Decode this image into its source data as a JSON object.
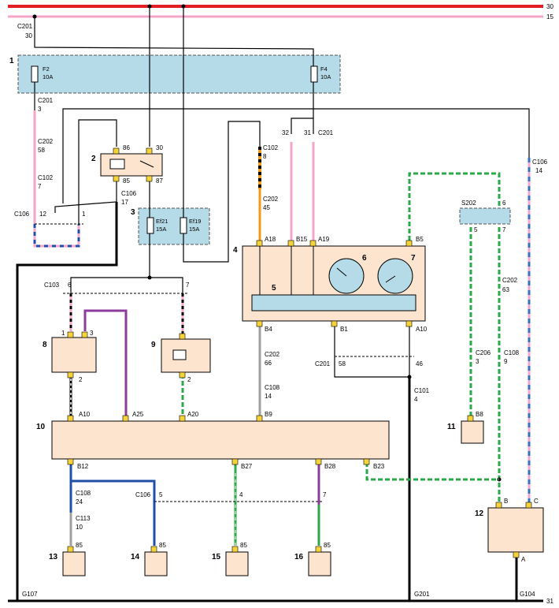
{
  "rails": [
    {
      "id": "rail-30",
      "label": "30",
      "color": "#e31e24"
    },
    {
      "id": "rail-15",
      "label": "15",
      "color": "#f4a6c8"
    },
    {
      "id": "rail-31",
      "label": "31",
      "color": "#000000"
    }
  ],
  "colors": {
    "fuse_box": "#b6dbe8",
    "component": "#fce4cf",
    "pin": "#f5d33a",
    "black": "#000000",
    "pink": "#f4a6c8",
    "blue": "#1f4fa8",
    "green": "#2aa84a",
    "purple": "#8c3d9c",
    "orange": "#f39a1e",
    "gray": "#a0a0a0",
    "dashed_blue": "#2f74c0"
  },
  "fuses": [
    {
      "id": "F2",
      "name": "F2",
      "rating": "10A"
    },
    {
      "id": "F4",
      "name": "F4",
      "rating": "10A"
    },
    {
      "id": "Ef21",
      "name": "Ef21",
      "rating": "15A"
    },
    {
      "id": "Ef19",
      "name": "Ef19",
      "rating": "15A"
    }
  ],
  "component_numbers": [
    "1",
    "2",
    "3",
    "4",
    "5",
    "6",
    "7",
    "8",
    "9",
    "10",
    "11",
    "12",
    "13",
    "14",
    "15",
    "16"
  ],
  "grounds": [
    "G107",
    "G201",
    "G104"
  ],
  "connector_labels": [
    "C201",
    "30",
    "C201",
    "3",
    "C202",
    "58",
    "C102",
    "7",
    "C106",
    "12",
    "1",
    "86",
    "30",
    "85",
    "87",
    "C106",
    "17",
    "C102",
    "8",
    "C202",
    "45",
    "32",
    "31",
    "C201",
    "C106",
    "14",
    "A18",
    "B15",
    "A19",
    "B5",
    "S202",
    "6",
    "5",
    "7",
    "C202",
    "63",
    "C103",
    "6",
    "7",
    "1",
    "3",
    "2",
    "2",
    "B4",
    "B1",
    "A10",
    "C202",
    "66",
    "C108",
    "14",
    "C201",
    "58",
    "46",
    "C101",
    "4",
    "C206",
    "3",
    "C108",
    "9",
    "B8",
    "A10",
    "A25",
    "A20",
    "B9",
    "B12",
    "B27",
    "B28",
    "B23",
    "C108",
    "24",
    "C113",
    "10",
    "C106",
    "5",
    "4",
    "7",
    "B",
    "C",
    "85",
    "85",
    "85",
    "85",
    "A"
  ]
}
